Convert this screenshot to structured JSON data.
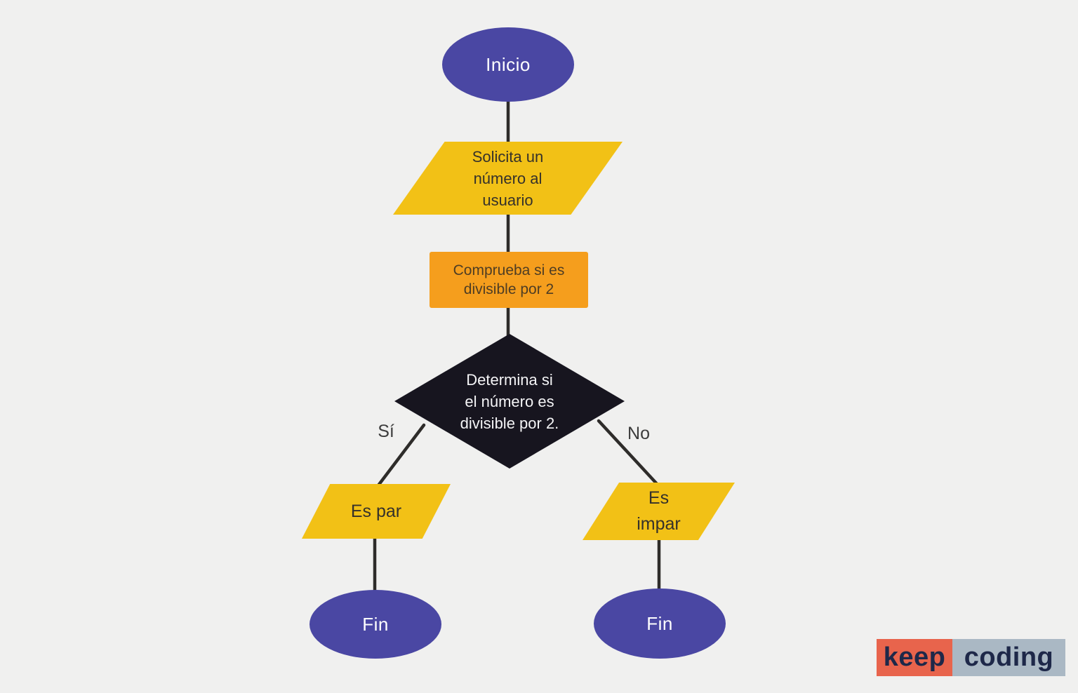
{
  "canvas": {
    "background_color": "#F0F0EF",
    "line_color": "#2E2C2A"
  },
  "flowchart": {
    "nodes": {
      "start": {
        "shape": "ellipse",
        "label": "Inicio",
        "fill": "#4A47A3",
        "text_color": "#FFFFFF"
      },
      "input": {
        "shape": "parallelogram",
        "label": "Solicita un\nnúmero al\nusuario",
        "fill": "#F2C116",
        "text_color": "#35312B"
      },
      "process": {
        "shape": "rectangle",
        "label": "Comprueba si es\ndivisible por 2",
        "fill": "#F59E1D",
        "text_color": "#4E3D24"
      },
      "decision": {
        "shape": "diamond",
        "label": "Determina si\nel número es\ndivisible por 2.",
        "fill": "#17151F",
        "text_color": "#F4F4F6"
      },
      "even": {
        "shape": "parallelogram",
        "label": "Es par",
        "fill": "#F2C116",
        "text_color": "#35312B"
      },
      "odd": {
        "shape": "parallelogram",
        "label": "Es\nimpar",
        "fill": "#F2C116",
        "text_color": "#35312B"
      },
      "end_even": {
        "shape": "ellipse",
        "label": "Fin",
        "fill": "#4A47A3",
        "text_color": "#FFFFFF"
      },
      "end_odd": {
        "shape": "ellipse",
        "label": "Fin",
        "fill": "#4A47A3",
        "text_color": "#FFFFFF"
      }
    },
    "edge_labels": {
      "yes": "Sí",
      "no": "No"
    }
  },
  "logo": {
    "keep": "keep",
    "coding": "coding",
    "keep_bg": "#E8644C",
    "coding_bg": "#AAB8C4",
    "text_color": "#1E2849"
  }
}
